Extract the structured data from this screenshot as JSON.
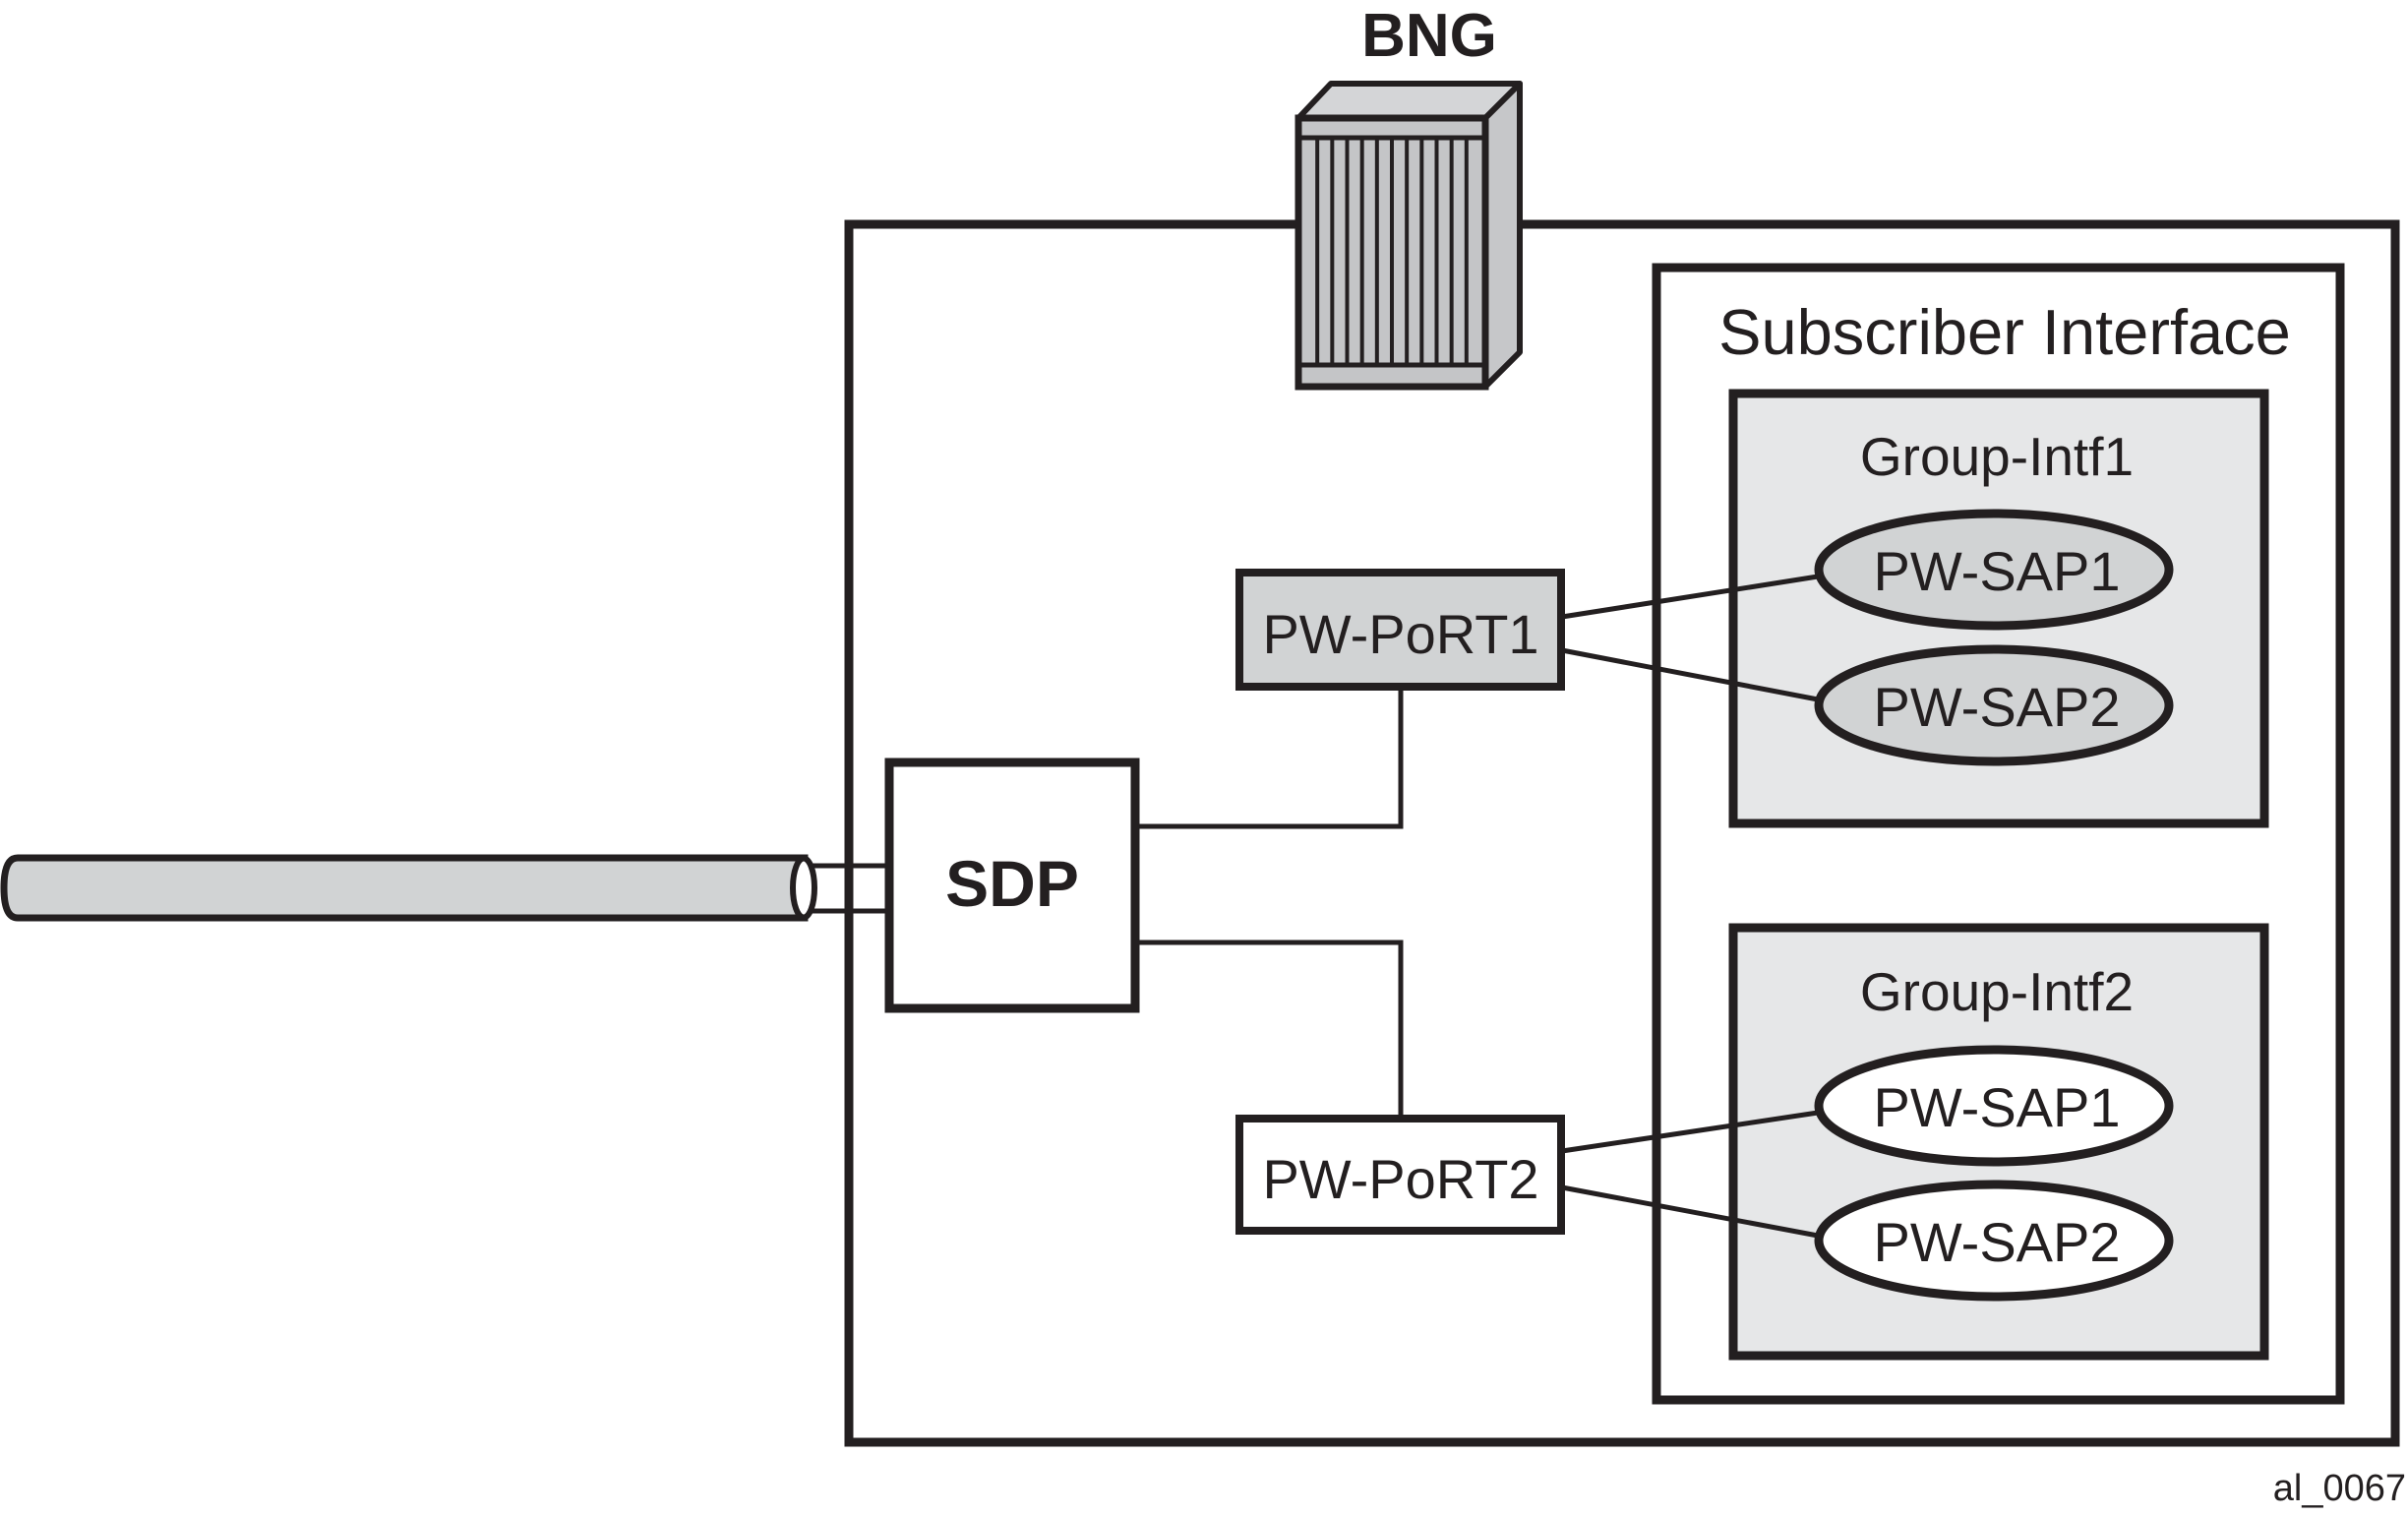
{
  "diagram": {
    "bng": {
      "label": "BNG",
      "icon": "router-chassis-icon"
    },
    "subscriber_interface": {
      "title": "Subscriber Interface",
      "group_interfaces": [
        {
          "title": "Group-Intf1",
          "saps": [
            {
              "label": "PW-SAP1",
              "connected_to": "PW-PoRT1"
            },
            {
              "label": "PW-SAP2",
              "connected_to": "PW-PoRT1"
            }
          ]
        },
        {
          "title": "Group-Intf2",
          "saps": [
            {
              "label": "PW-SAP1",
              "connected_to": "PW-PoRT2"
            },
            {
              "label": "PW-SAP2",
              "connected_to": "PW-PoRT2"
            }
          ]
        }
      ]
    },
    "pw_ports": [
      {
        "label": "PW-PoRT1",
        "connected_to": "SDP"
      },
      {
        "label": "PW-PoRT2",
        "connected_to": "SDP"
      }
    ],
    "sdp": {
      "label": "SDP"
    },
    "tunnel": {
      "icon": "tunnel-pipe-icon"
    },
    "figure_id": "al_0067",
    "colors": {
      "line": "#231f20",
      "group_fill": "#e6e7e8",
      "shaded_fill": "#d1d3d4",
      "chassis_front": "#c4c5c7",
      "chassis_top": "#d4d5d7",
      "chassis_side": "#c6c7c9",
      "white": "#ffffff"
    }
  }
}
